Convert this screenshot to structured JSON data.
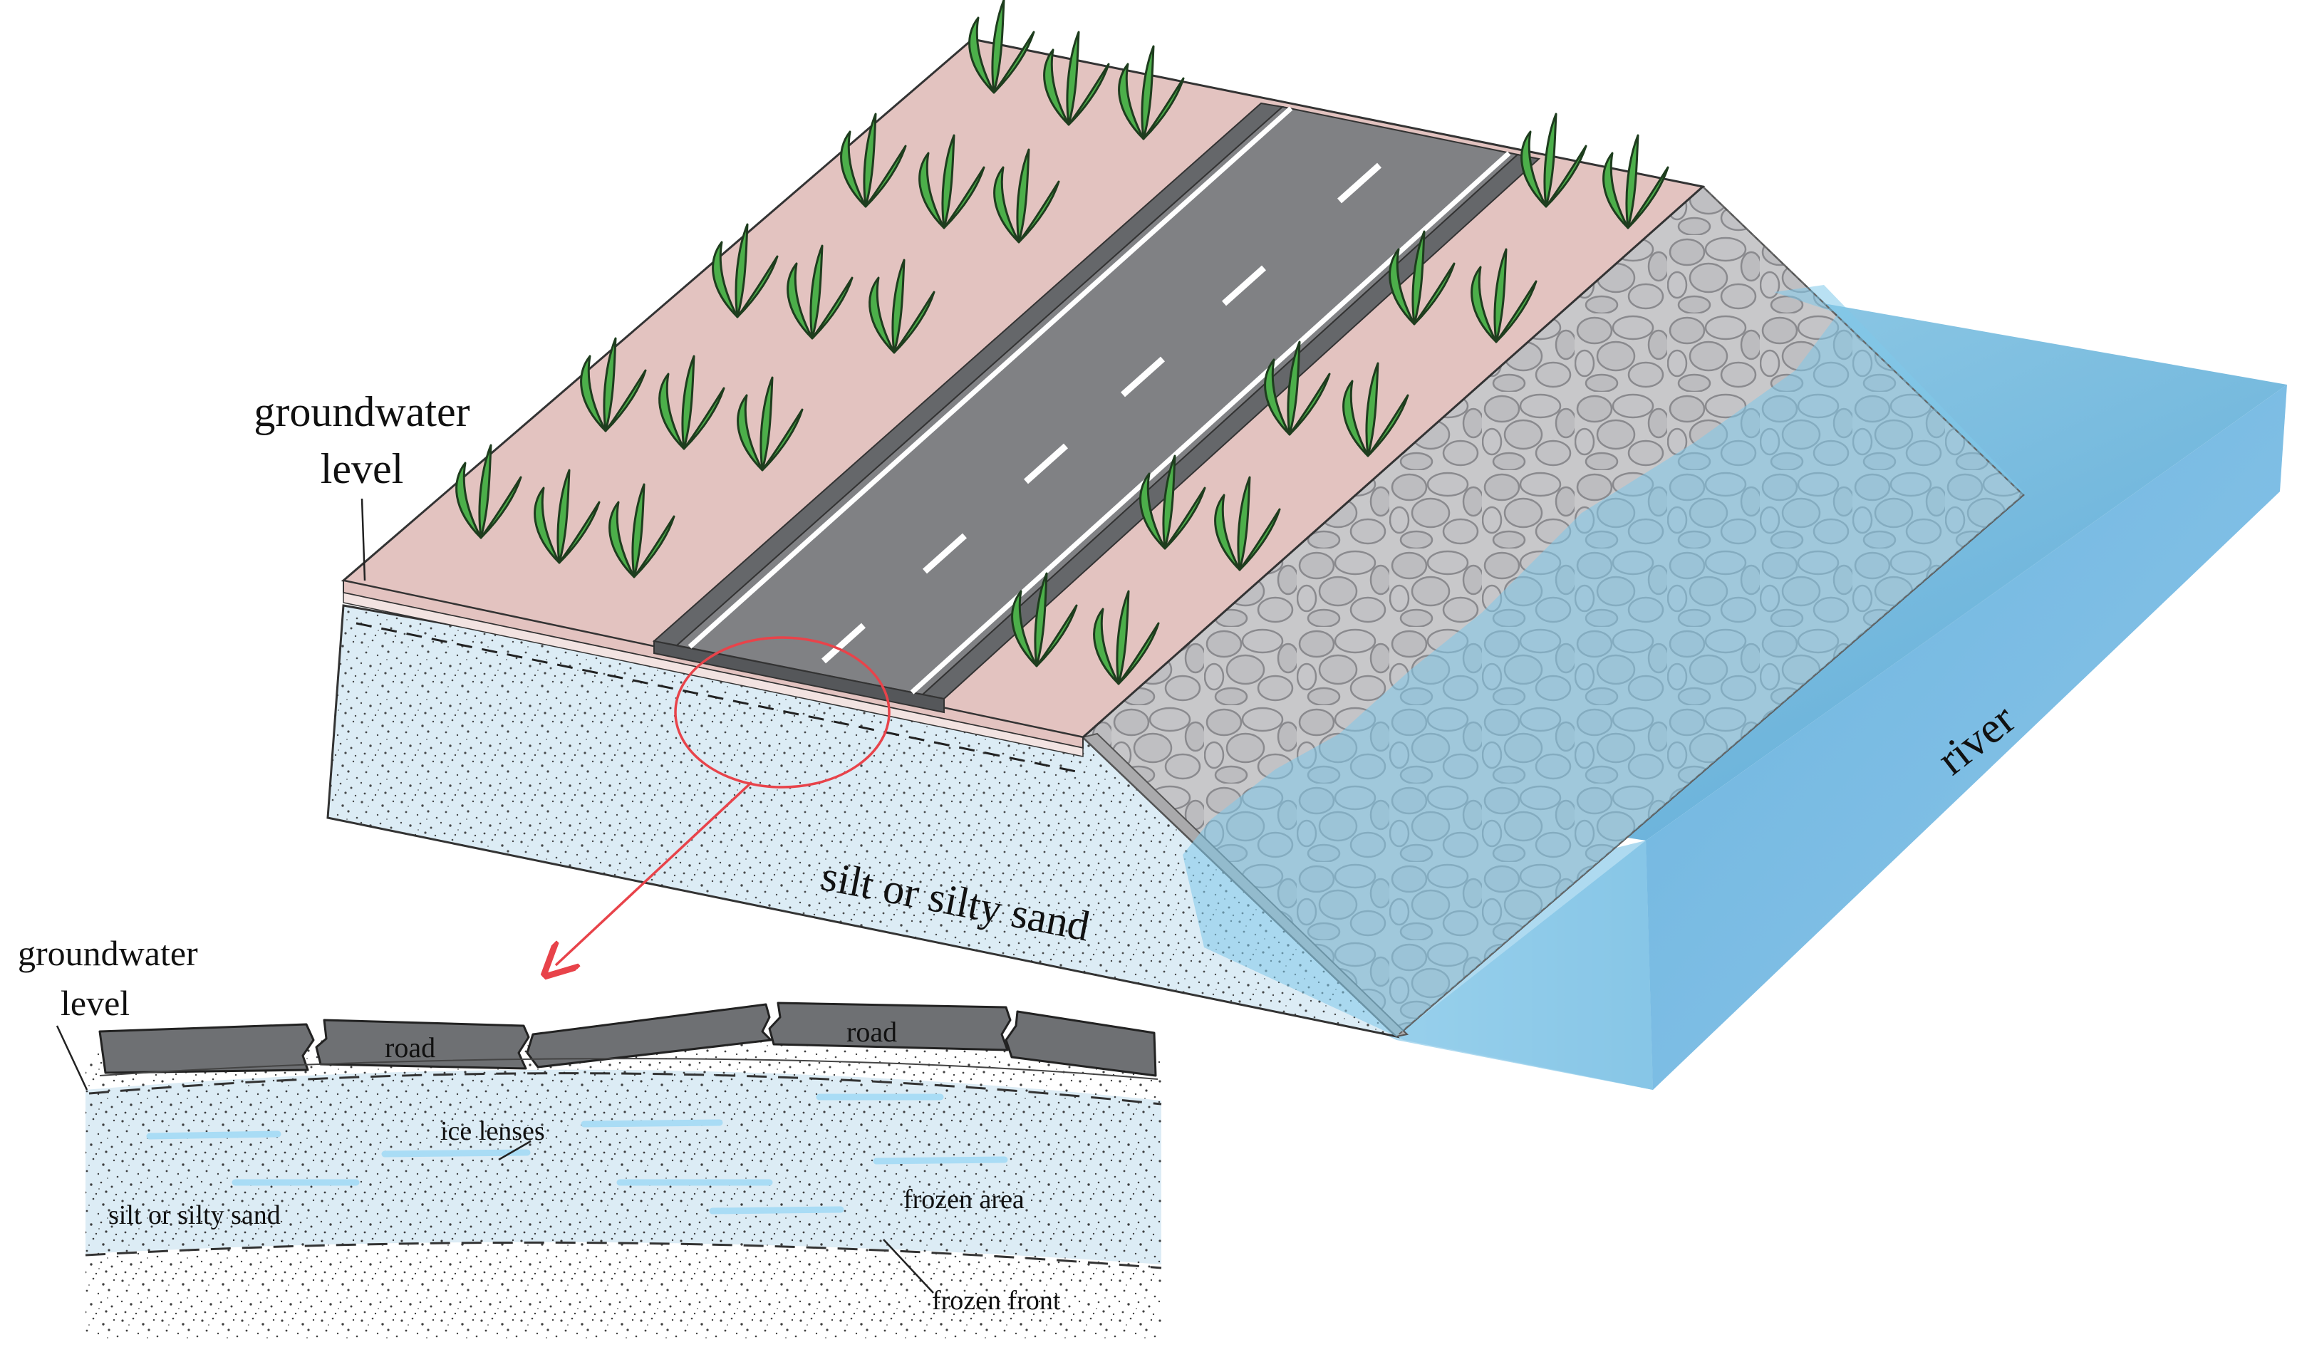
{
  "labels": {
    "groundwater_main": [
      "groundwater",
      "level"
    ],
    "river": "river",
    "silt_main": "silt or silty sand",
    "groundwater_detail": [
      "groundwater",
      "level"
    ],
    "road": "road",
    "ice_lenses": "ice lenses",
    "silt_detail": "silt or silty sand",
    "frozen_area": "frozen area",
    "frozen_front": "frozen front"
  },
  "colors": {
    "embankment_top": "#e3c3c0",
    "road_asphalt": "#7f8082",
    "road_shoulder": "#65676a",
    "soil": "#dcecf5",
    "riprap": "#c9c9cb",
    "water": "#7fc0e6",
    "grass": "#4caf4a",
    "callout": "#e8434a",
    "ice_lens": "#a9dcf5"
  }
}
